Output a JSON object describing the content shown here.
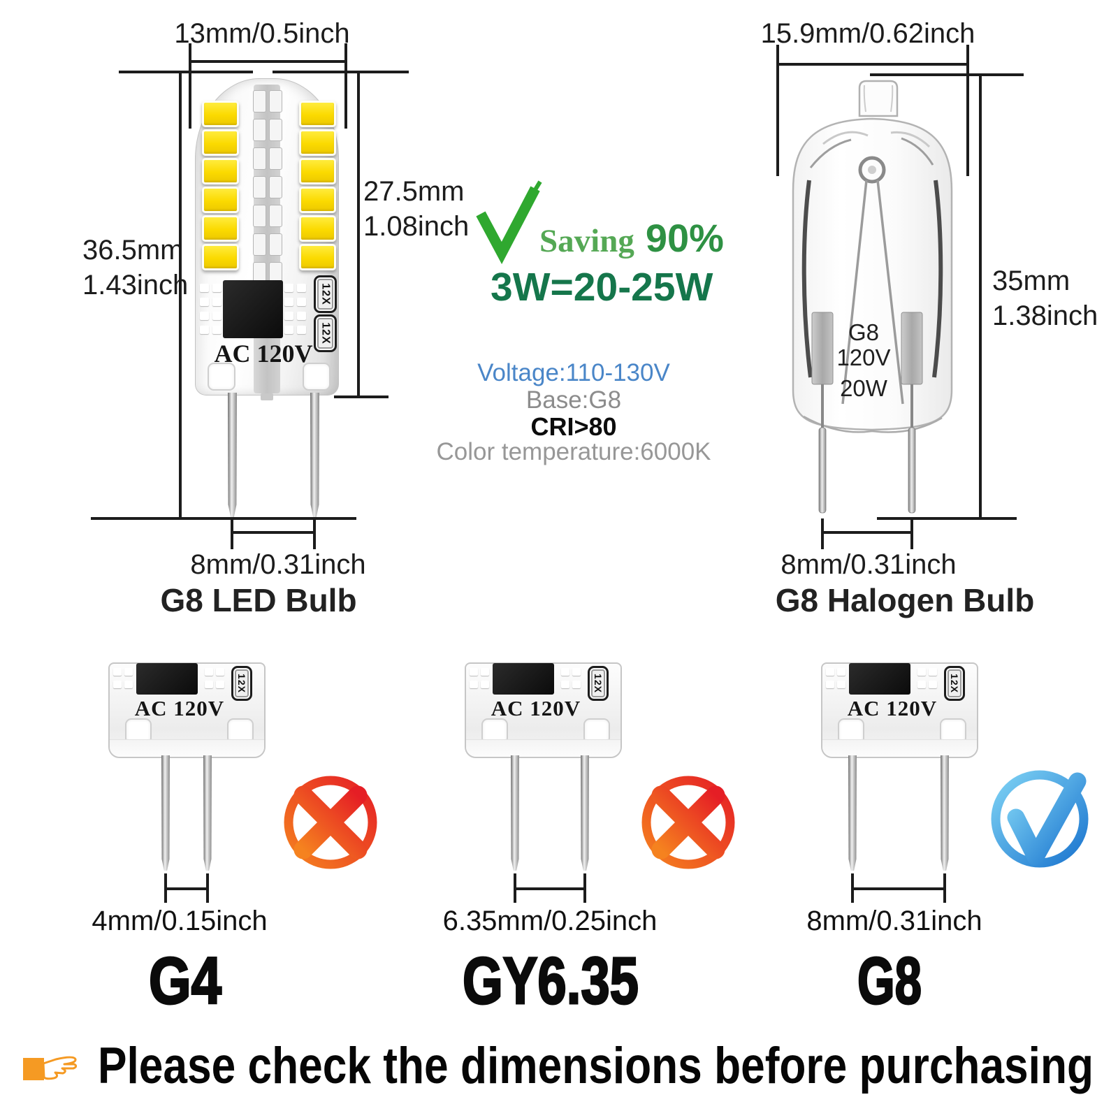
{
  "palette": {
    "line": "#1c1c1c",
    "green_check": "#2fa82f",
    "green_saving": "#55a855",
    "green_percent": "#2e9143",
    "green_equation": "#15764b",
    "blue_voltage": "#4a86c8",
    "gray_spec": "#8c8c8c",
    "led_yellow": "#fbda00",
    "red_x": "#e51e25",
    "blue_check": "#1b75cf",
    "orange_hand": "#f59a23"
  },
  "led_bulb": {
    "width_label": "13mm/0.5inch",
    "height_mm": "36.5mm",
    "height_inch": "1.43inch",
    "body_height_mm": "27.5mm",
    "body_height_inch": "1.08inch",
    "chip_label": "AC 120V",
    "badge_label": "12X",
    "pin_distance": "8mm/0.31inch",
    "caption": "G8 LED Bulb"
  },
  "savings": {
    "word": "Saving",
    "percent": "90%",
    "equation": "3W=20-25W"
  },
  "specs": {
    "voltage": "Voltage:110-130V",
    "base": "Base:G8",
    "cri": "CRI>80",
    "color_temperature": "Color temperature:6000K"
  },
  "halogen_bulb": {
    "width_label": "15.9mm/0.62inch",
    "height_mm": "35mm",
    "height_inch": "1.38inch",
    "glass_line1": "G8",
    "glass_line2": "120V",
    "glass_line3": "20W",
    "pin_distance": "8mm/0.31inch",
    "caption": "G8 Halogen Bulb"
  },
  "bases": [
    {
      "chip_label": "AC 120V",
      "badge_label": "12X",
      "pin_distance": "4mm/0.15inch",
      "name": "G4",
      "verdict": "incompatible"
    },
    {
      "chip_label": "AC 120V",
      "badge_label": "12X",
      "pin_distance": "6.35mm/0.25inch",
      "name": "GY6.35",
      "verdict": "incompatible"
    },
    {
      "chip_label": "AC 120V",
      "badge_label": "12X",
      "pin_distance": "8mm/0.31inch",
      "name": "G8",
      "verdict": "compatible"
    }
  ],
  "footer": {
    "message": "Please check the dimensions before purchasing"
  }
}
